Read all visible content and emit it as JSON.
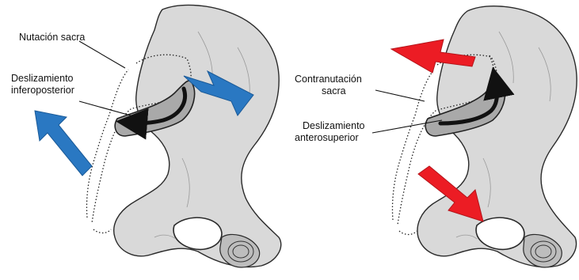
{
  "left_panel": {
    "label_top": "Nutación sacra",
    "label_mid_line1": "Deslizamiento",
    "label_mid_line2": "inferoposterior",
    "arrow_color": "#2a78c2"
  },
  "right_panel": {
    "label_top_line1": "Contranutación",
    "label_top_line2": "sacra",
    "label_mid_line1": "Deslizamiento",
    "label_mid_line2": "anterosuperior",
    "arrow_color": "#ec1c24"
  },
  "icons": [
    "blue-arrow",
    "red-arrow",
    "curved-glide-arrow"
  ]
}
